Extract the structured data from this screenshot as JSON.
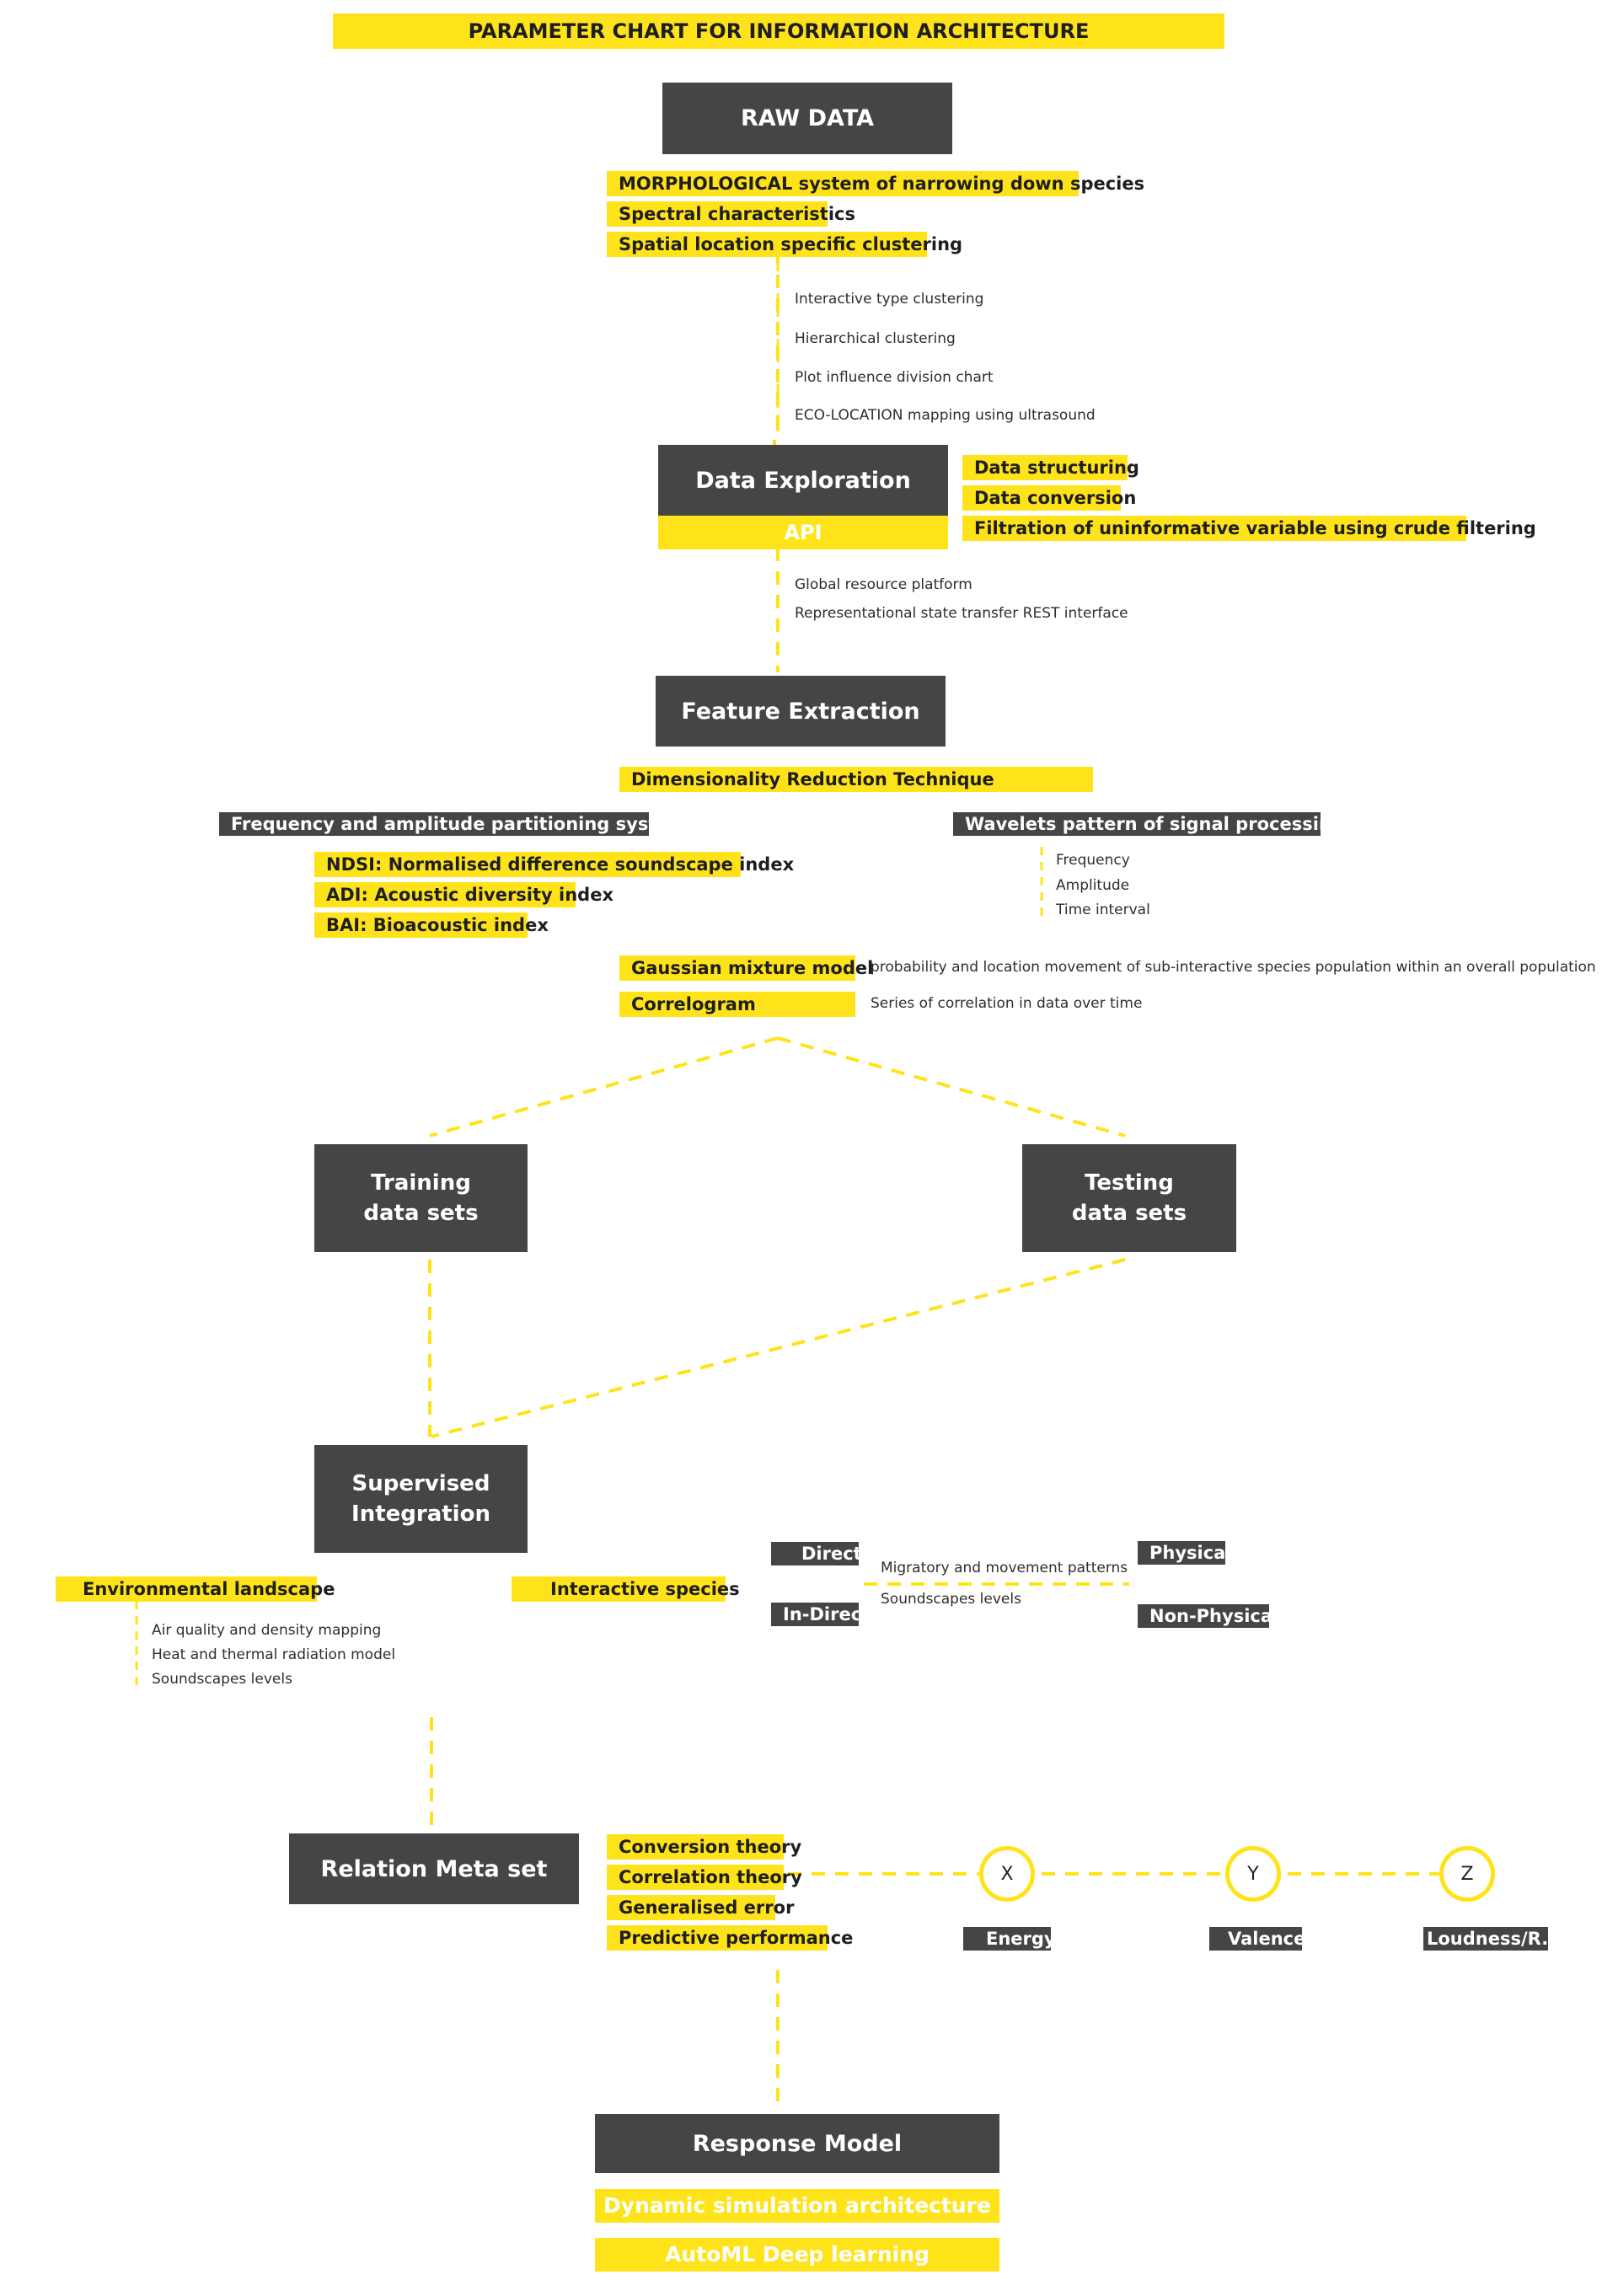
{
  "title": "PARAMETER CHART FOR INFORMATION ARCHITECTURE",
  "raw_data": {
    "label": "RAW DATA",
    "tags": [
      "MORPHOLOGICAL system of narrowing down species",
      "Spectral characteristics",
      "Spatial location specific clustering"
    ],
    "notes": [
      "Interactive type clustering",
      "Hierarchical clustering",
      "Plot influence division chart",
      "ECO-LOCATION mapping using ultrasound"
    ]
  },
  "data_exploration": {
    "label": "Data Exploration",
    "api": "API",
    "tags": [
      "Data structuring",
      "Data conversion",
      "Filtration of uninformative variable using crude filtering"
    ],
    "notes": [
      "Global resource platform",
      "Representational state transfer REST interface"
    ]
  },
  "feature_extraction": {
    "label": "Feature Extraction",
    "technique": "Dimensionality Reduction Technique",
    "freq_system": "Frequency and amplitude partitioning system",
    "indices": [
      "NDSI: Normalised difference soundscape index",
      "ADI: Acoustic diversity index",
      "BAI: Bioacoustic index"
    ],
    "wavelets": "Wavelets pattern of signal processing",
    "wavelet_items": [
      "Frequency",
      "Amplitude",
      "Time interval"
    ],
    "gmm": "Gaussian mixture model",
    "gmm_note": "probability and location movement of sub-interactive species population within an overall population",
    "correlogram": "Correlogram",
    "correlogram_note": "Series of correlation in data over time"
  },
  "training": "Training\ndata sets",
  "testing": "Testing\ndata sets",
  "supervised": "Supervised\nIntegration",
  "environment": {
    "label": "Environmental landscape",
    "notes": [
      "Air quality and density mapping",
      "Heat and thermal radiation model",
      "Soundscapes levels"
    ]
  },
  "species": {
    "label": "Interactive species",
    "direct": "Direct",
    "indirect": "In-Direct",
    "notes": [
      "Migratory and movement patterns",
      "Soundscapes levels"
    ],
    "physical": "Physical",
    "nonphysical": "Non-Physical"
  },
  "relation": {
    "label": "Relation Meta set",
    "tags": [
      "Conversion theory",
      "Correlation theory",
      "Generalised error",
      "Predictive performance"
    ],
    "axes": [
      {
        "letter": "X",
        "label": "Energy"
      },
      {
        "letter": "Y",
        "label": "Valence"
      },
      {
        "letter": "Z",
        "label": "Loudness/R.T"
      }
    ]
  },
  "response": {
    "label": "Response Model",
    "items": [
      "Dynamic simulation architecture",
      "AutoML Deep learning"
    ]
  },
  "colors": {
    "accent": "#ffe31a",
    "box": "#454545",
    "connector": "#ffe31a"
  }
}
